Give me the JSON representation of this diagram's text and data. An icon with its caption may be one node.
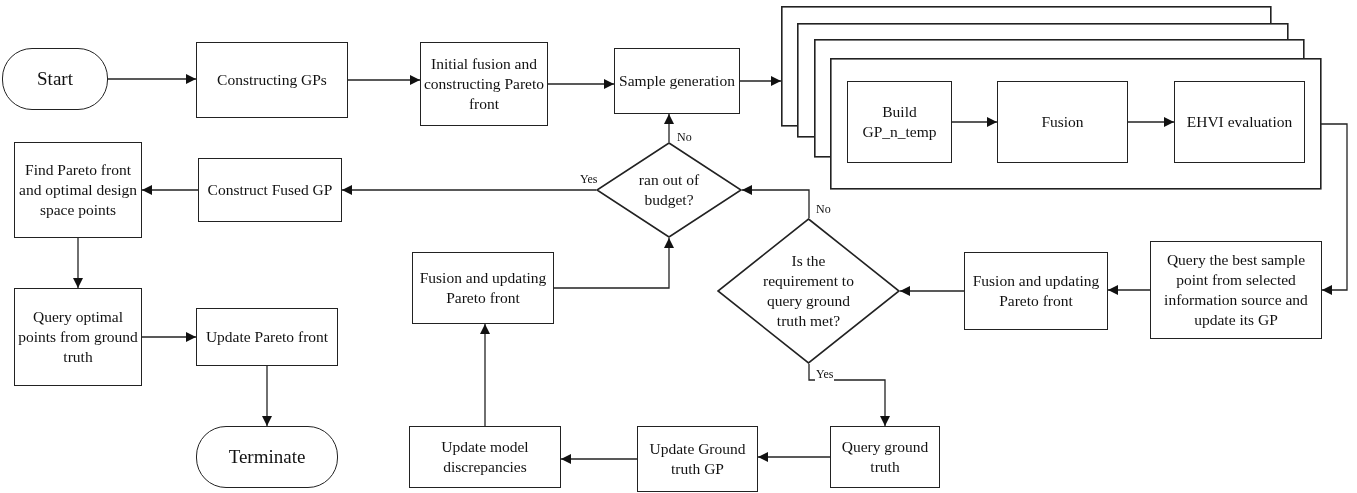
{
  "diagram": {
    "nodes": [
      {
        "text": [
          "Start"
        ]
      },
      {
        "text": [
          "Constructing GPs"
        ]
      },
      {
        "text": [
          "Initial fusion and constructing Pareto front"
        ]
      },
      {
        "text": [
          "Sample generation"
        ]
      },
      {
        "text": [],
        "shape": "box"
      },
      {
        "text": [
          "Build GP_n_temp"
        ],
        "in": 4
      },
      {
        "text": [
          "Fusion"
        ],
        "in": 4
      },
      {
        "text": [
          "EHVI evaluation"
        ],
        "in": 4
      },
      {
        "text": [
          "Find Pareto front  and optimal design space points"
        ]
      },
      {
        "text": [
          "Construct Fused GP"
        ]
      },
      {
        "text": [
          "ran out of budget?"
        ]
      },
      {
        "text": [
          "Query the best sample point from selected information source and update its GP"
        ]
      },
      {
        "text": [
          "Fusion and updating Pareto front"
        ]
      },
      {
        "text": [
          "Is the requirement to query ground truth met?"
        ]
      },
      {
        "text": [
          "Fusion and updating Pareto front"
        ]
      },
      {
        "text": [
          "Query optimal points from ground truth"
        ]
      },
      {
        "text": [
          "Update Pareto front"
        ]
      },
      {
        "text": [
          "Terminate"
        ]
      },
      {
        "text": [
          "Query ground truth"
        ]
      },
      {
        "text": [
          "Update Ground truth GP"
        ]
      },
      {
        "text": [
          "Update model discrepancies"
        ]
      }
    ],
    "edges": [
      {
        "from": 0,
        "to": 1,
        "arrow": "to"
      },
      {
        "from": 1,
        "to": 2,
        "arrow": "to"
      },
      {
        "from": 2,
        "to": 3,
        "arrow": "to"
      },
      {
        "from": 3,
        "to": 4,
        "arrow": "to"
      },
      {
        "from": 5,
        "to": 6,
        "arrow": "to"
      },
      {
        "from": 6,
        "to": 7,
        "arrow": "to"
      },
      {
        "from": 4,
        "to": 11,
        "arrow": "to"
      },
      {
        "from": 11,
        "to": 12,
        "arrow": "to"
      },
      {
        "from": 12,
        "to": 13,
        "arrow": "to"
      },
      {
        "from": 13,
        "to": 10,
        "arrow": "to",
        "label": "No"
      },
      {
        "from": 10,
        "to": 3,
        "arrow": "to",
        "label": "No"
      },
      {
        "from": 10,
        "to": 9,
        "arrow": "to",
        "label": "Yes"
      },
      {
        "from": 9,
        "to": 8,
        "arrow": "to"
      },
      {
        "from": 8,
        "to": 15,
        "arrow": "to"
      },
      {
        "from": 15,
        "to": 16,
        "arrow": "to"
      },
      {
        "from": 16,
        "to": 17,
        "arrow": "to"
      },
      {
        "from": 13,
        "to": 18,
        "arrow": "to",
        "label": "Yes"
      },
      {
        "from": 18,
        "to": 19,
        "arrow": "to"
      },
      {
        "from": 19,
        "to": 20,
        "arrow": "to"
      },
      {
        "from": 20,
        "to": 14,
        "arrow": "to"
      },
      {
        "from": 14,
        "to": 10,
        "arrow": "to"
      }
    ]
  }
}
